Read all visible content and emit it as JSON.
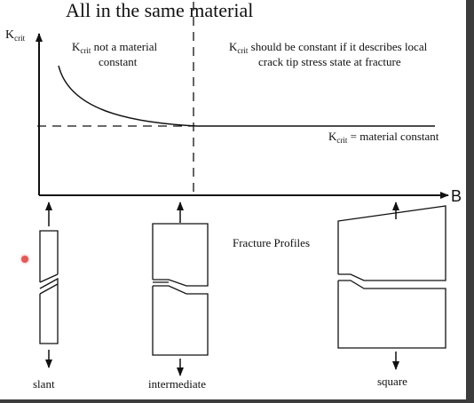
{
  "title": "All in the same material",
  "y_axis": {
    "symbol": "K",
    "subscript": "crit"
  },
  "x_axis": {
    "label": "B"
  },
  "annotations": {
    "left": {
      "symbol": "K",
      "subscript": "crit",
      "line1": " not a material",
      "line2": "constant"
    },
    "right": {
      "symbol": "K",
      "subscript": "crit",
      "line1": " should be constant if it describes local",
      "line2": "crack tip stress state at fracture"
    },
    "plateau": {
      "symbol": "K",
      "subscript": "crit",
      "text": " = material constant"
    }
  },
  "fracture_profiles_label": "Fracture Profiles",
  "specimens": [
    {
      "label": "slant"
    },
    {
      "label": "intermediate"
    },
    {
      "label": "square"
    }
  ],
  "colors": {
    "ink": "#111111",
    "background": "#ffffff",
    "frame": "#3c3c3c",
    "cursor": "#e05a5a"
  }
}
